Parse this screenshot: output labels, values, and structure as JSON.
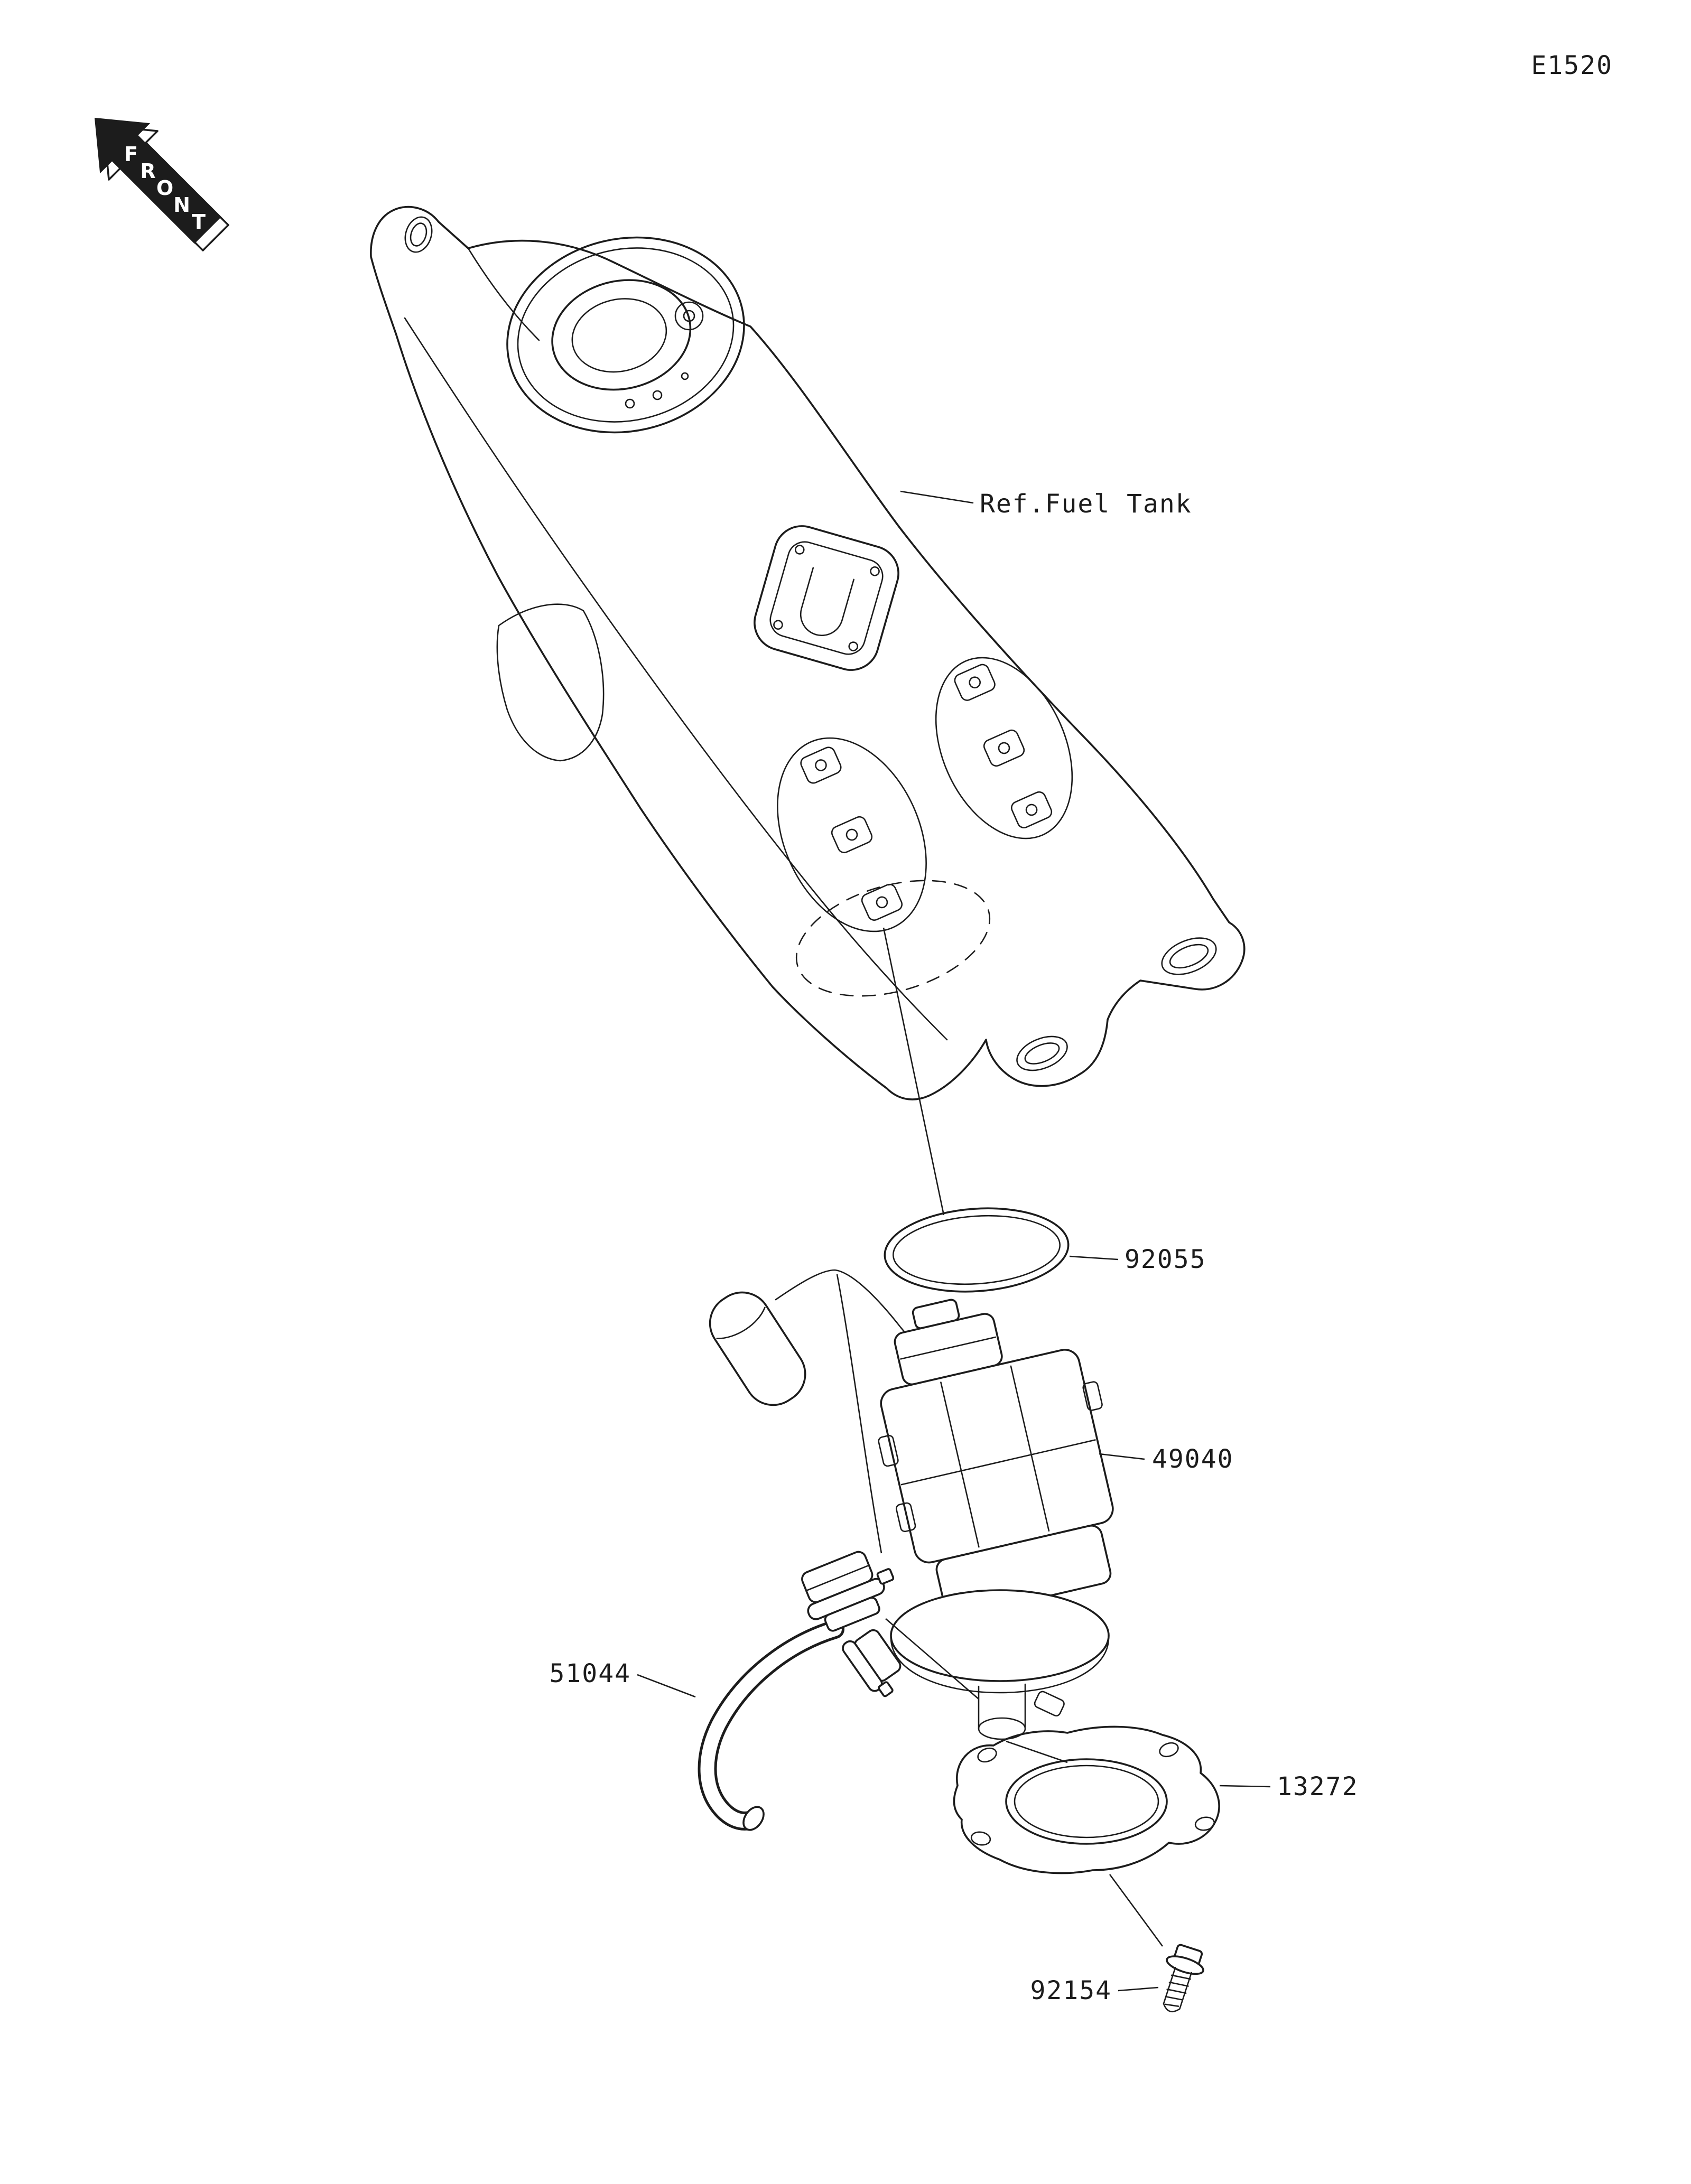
{
  "page": {
    "code": "E1520",
    "background": "#ffffff",
    "line_color": "#1c1c1c"
  },
  "front_indicator": {
    "word": "FRONT",
    "letters": [
      "F",
      "R",
      "O",
      "N",
      "T"
    ]
  },
  "reference": {
    "fuel_tank": "Ref.Fuel Tank"
  },
  "parts": {
    "seal_ring": "92055",
    "fuel_pump": "49040",
    "hose": "51044",
    "plate": "13272",
    "bolt": "92154"
  }
}
